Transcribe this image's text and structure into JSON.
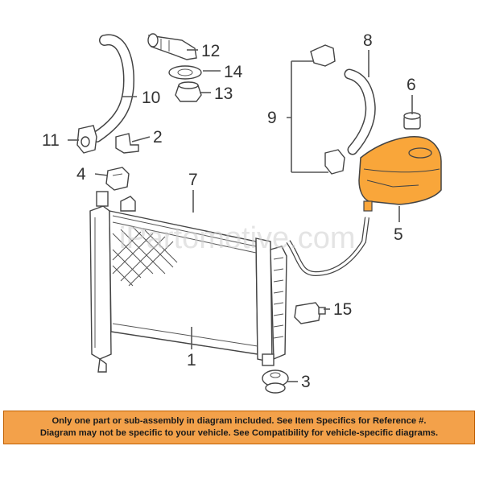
{
  "watermark": "iPartomotive.com",
  "colors": {
    "highlight": "#f9a63a",
    "notice_bg": "#f3a14a",
    "line": "#555555"
  },
  "callouts": {
    "c1": "1",
    "c2": "2",
    "c3": "3",
    "c4": "4",
    "c5": "5",
    "c6": "6",
    "c7": "7",
    "c8": "8",
    "c9": "9",
    "c10": "10",
    "c11": "11",
    "c12": "12",
    "c13": "13",
    "c14": "14",
    "c15": "15"
  },
  "notice": {
    "line1": "Only one part or sub-assembly in diagram included. See Item Specifics for Reference #.",
    "line2": "Diagram may not be specific to your vehicle. See Compatibility for vehicle-specific diagrams."
  }
}
